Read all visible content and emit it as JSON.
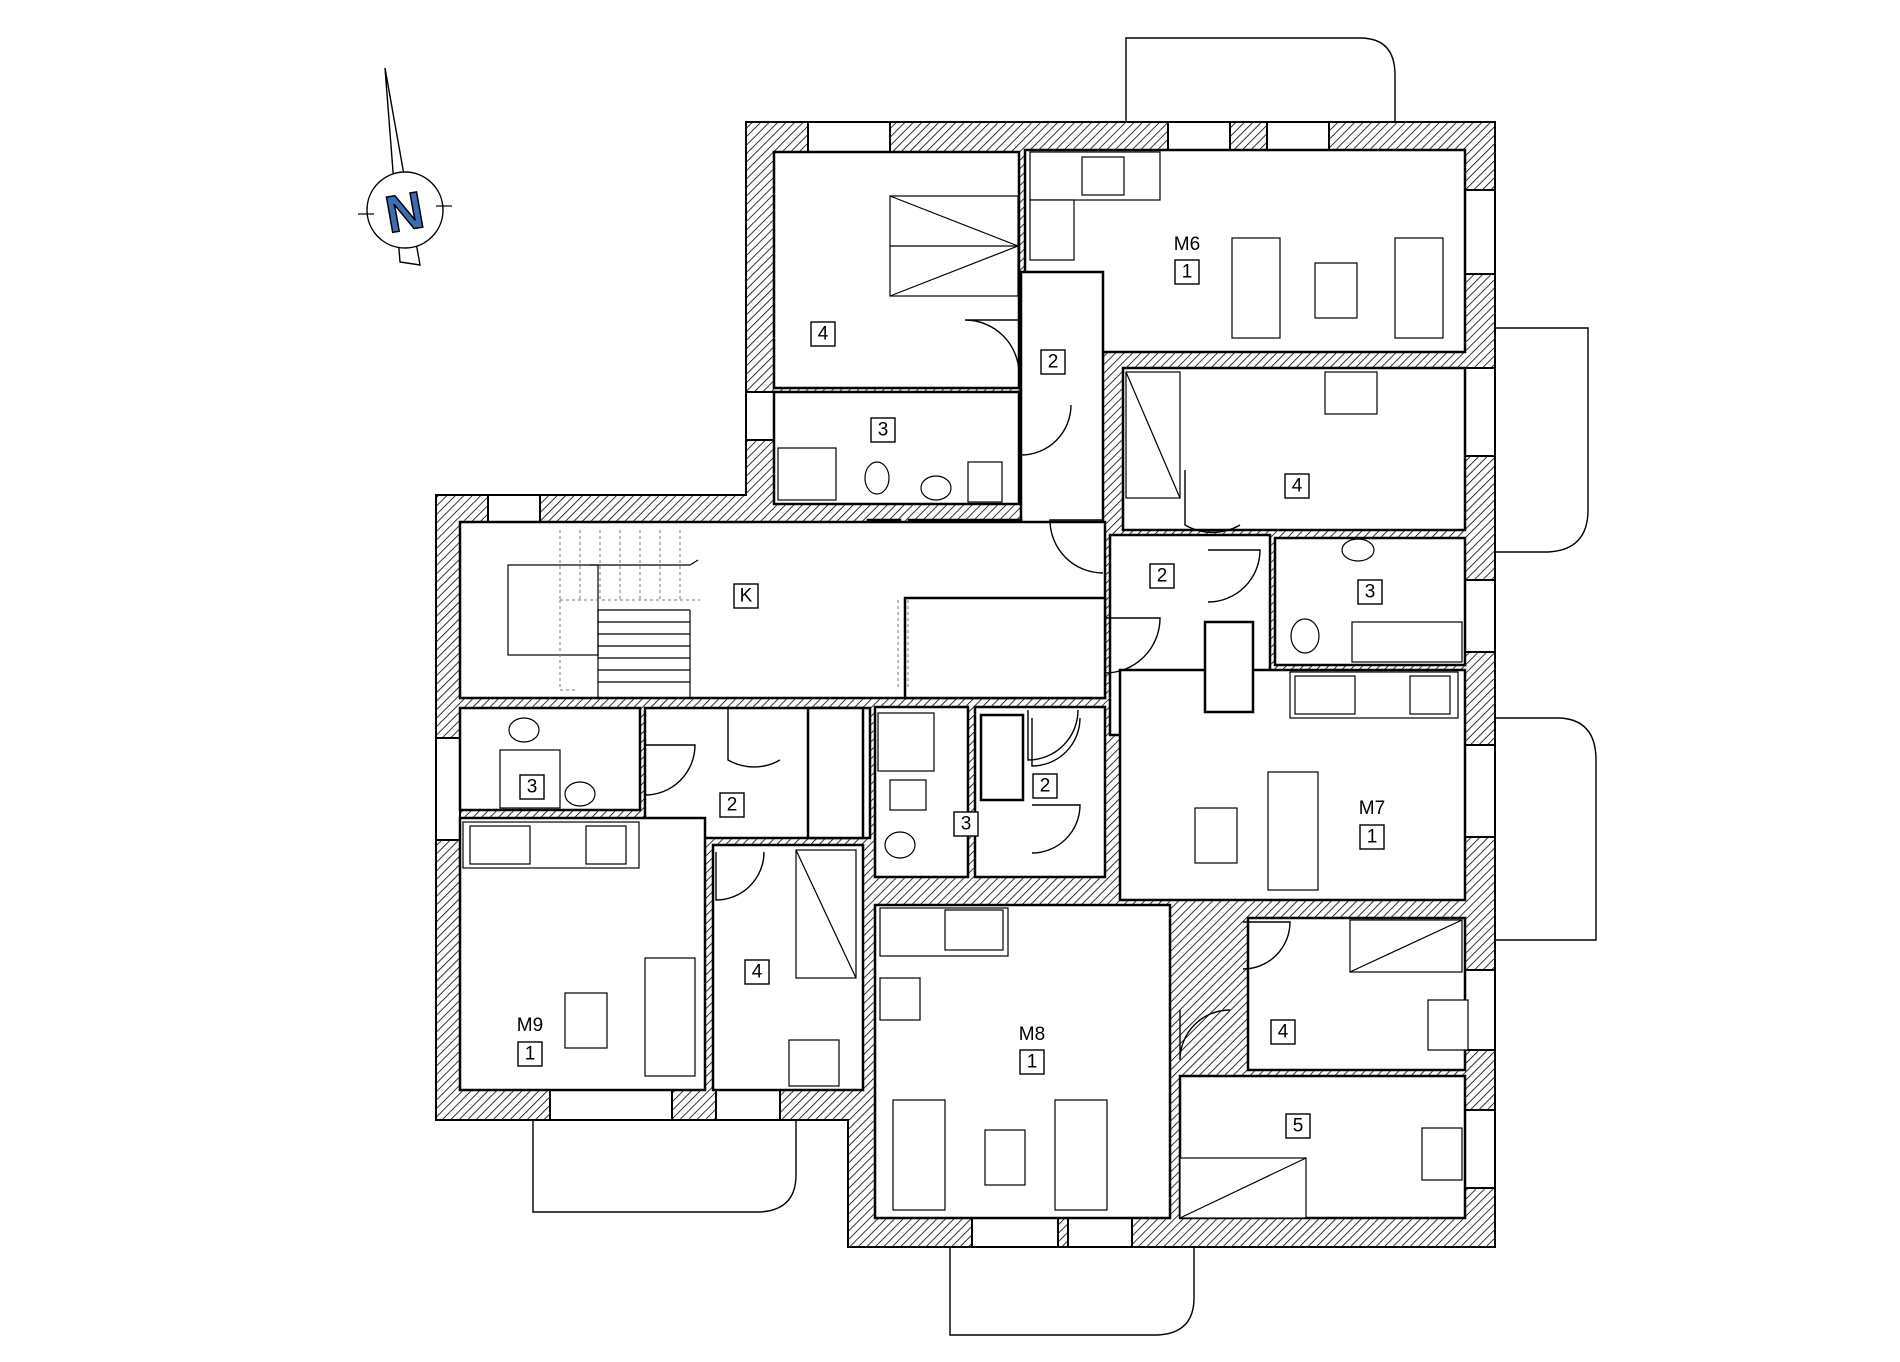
{
  "compass": {
    "label": "N",
    "icon": "north-arrow-compass-icon",
    "color": "#3b6db5"
  },
  "apartments": [
    {
      "name": "M6",
      "label": "1"
    },
    {
      "name": "M7",
      "label": "1"
    },
    {
      "name": "M8",
      "label": "1"
    },
    {
      "name": "M9",
      "label": "1"
    }
  ],
  "room_labels": {
    "m6_hall": "2",
    "m6_bath": "3",
    "m6_bedroom": "4",
    "staircase": "K",
    "m7_hall": "2",
    "m7_bath": "3",
    "m7_bedroom": "4",
    "m8_hall": "2",
    "m8_bath": "3",
    "m8_bedroom": "4",
    "m8_room5": "5",
    "m9_hall": "2",
    "m9_bath": "3",
    "m9_bedroom": "4"
  },
  "colors": {
    "wall_hatch": "#000000",
    "room_fill": "#ffffff",
    "compass_letter": "#3b6db5"
  }
}
